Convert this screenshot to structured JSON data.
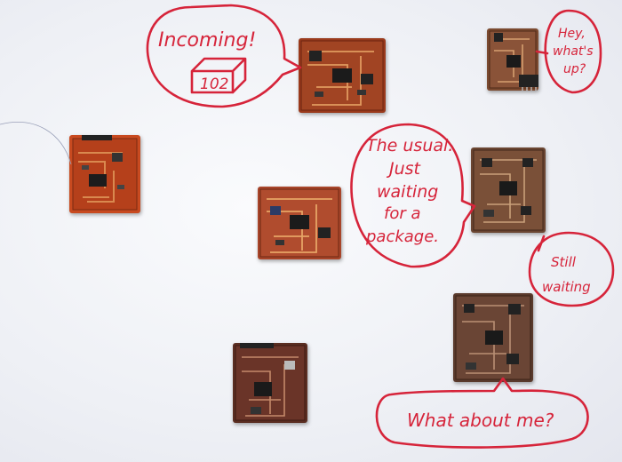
{
  "scene": {
    "background_color": "#f2f3f7",
    "ink_color": "#d6243a",
    "board_colors": {
      "copper": "#9a3a1c",
      "dark": "#5a2f22",
      "fr": "#c84a20"
    }
  },
  "bubbles": {
    "incoming": {
      "line1": "Incoming!",
      "box_label": "102"
    },
    "hey": {
      "line1": "Hey,",
      "line2": "what's",
      "line3": "up?"
    },
    "usual": {
      "line1": "The usual.",
      "line2": "Just",
      "line3": "waiting",
      "line4": "for a",
      "line5": "package."
    },
    "still": {
      "line1": "Still",
      "line2": "waiting"
    },
    "about": {
      "line1": "What about me?"
    }
  }
}
